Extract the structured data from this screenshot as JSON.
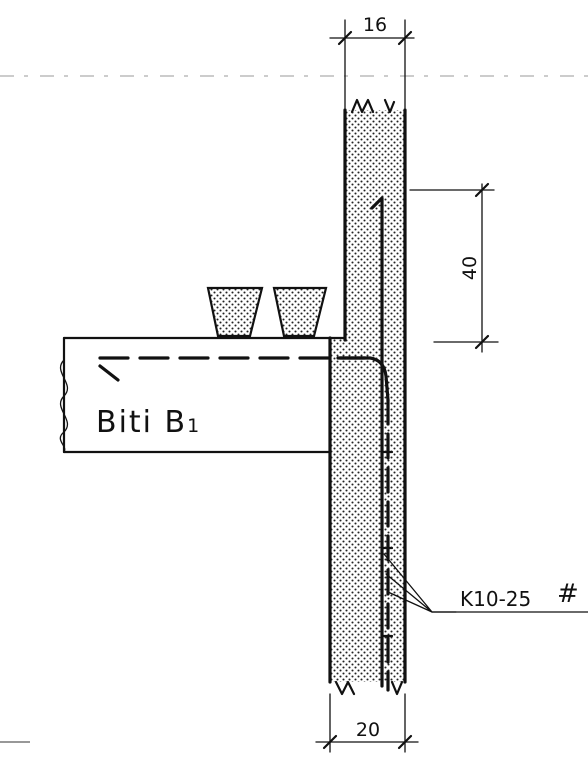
{
  "dimensions": {
    "wall_top_width": "16",
    "wall_bottom_width": "20",
    "upper_wall_height": "40"
  },
  "labels": {
    "beam_name": "Biti B",
    "beam_subscript": "1",
    "rebar_spec": "K10-25",
    "rebar_mark": "#"
  },
  "colors": {
    "line": "#111111",
    "concrete_fill": "#d9d9d9",
    "background": "#ffffff"
  }
}
